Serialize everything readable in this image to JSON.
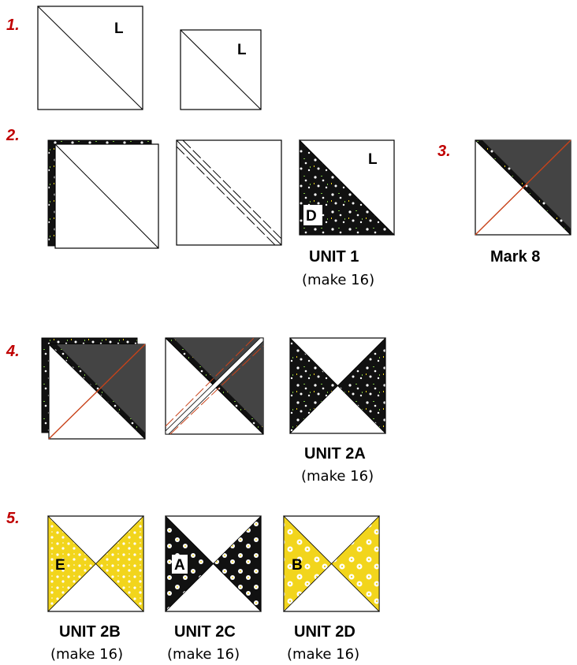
{
  "colors": {
    "step_red": "#c00000",
    "charcoal": "#444444",
    "black_print": "#111111",
    "yellow_print": "#f2d51c",
    "sew_line_red": "#c8431a"
  },
  "steps": [
    {
      "number": "1.",
      "label_a": "L",
      "label_b": "L"
    },
    {
      "number": "2.",
      "unit1": {
        "label_top": "L",
        "label_bottom": "D",
        "name": "UNIT 1",
        "make": "(make 16)"
      }
    },
    {
      "number": "3.",
      "caption": "Mark 8"
    },
    {
      "number": "4.",
      "unit2a": {
        "name": "UNIT 2A",
        "make": "(make 16)"
      }
    },
    {
      "number": "5.",
      "units": [
        {
          "letter": "E",
          "name": "UNIT 2B",
          "make": "(make 16)"
        },
        {
          "letter": "A",
          "name": "UNIT 2C",
          "make": "(make 16)"
        },
        {
          "letter": "B",
          "name": "UNIT 2D",
          "make": "(make 16)"
        }
      ]
    }
  ]
}
